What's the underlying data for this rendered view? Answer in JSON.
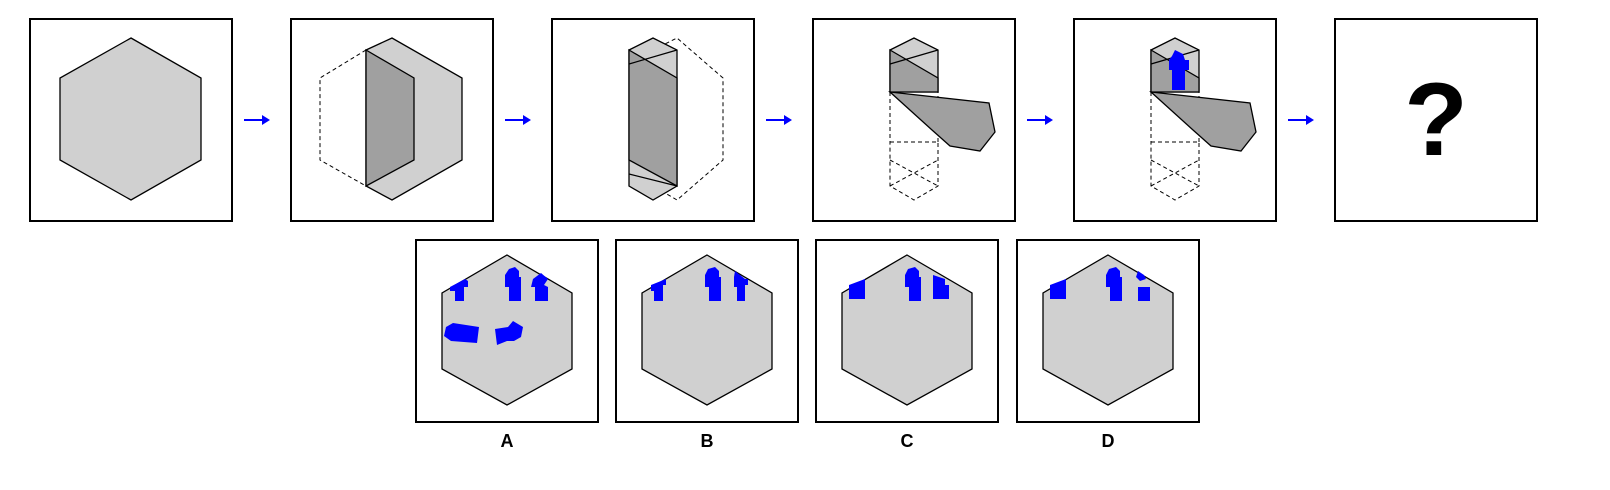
{
  "colors": {
    "paper": "#d0d0d0",
    "fold": "#a0a0a0",
    "cut": "#0000ff",
    "outline": "#000000"
  },
  "sequence": {
    "question_mark": "?"
  },
  "options": [
    {
      "label": "A"
    },
    {
      "label": "B"
    },
    {
      "label": "C"
    },
    {
      "label": "D"
    }
  ]
}
